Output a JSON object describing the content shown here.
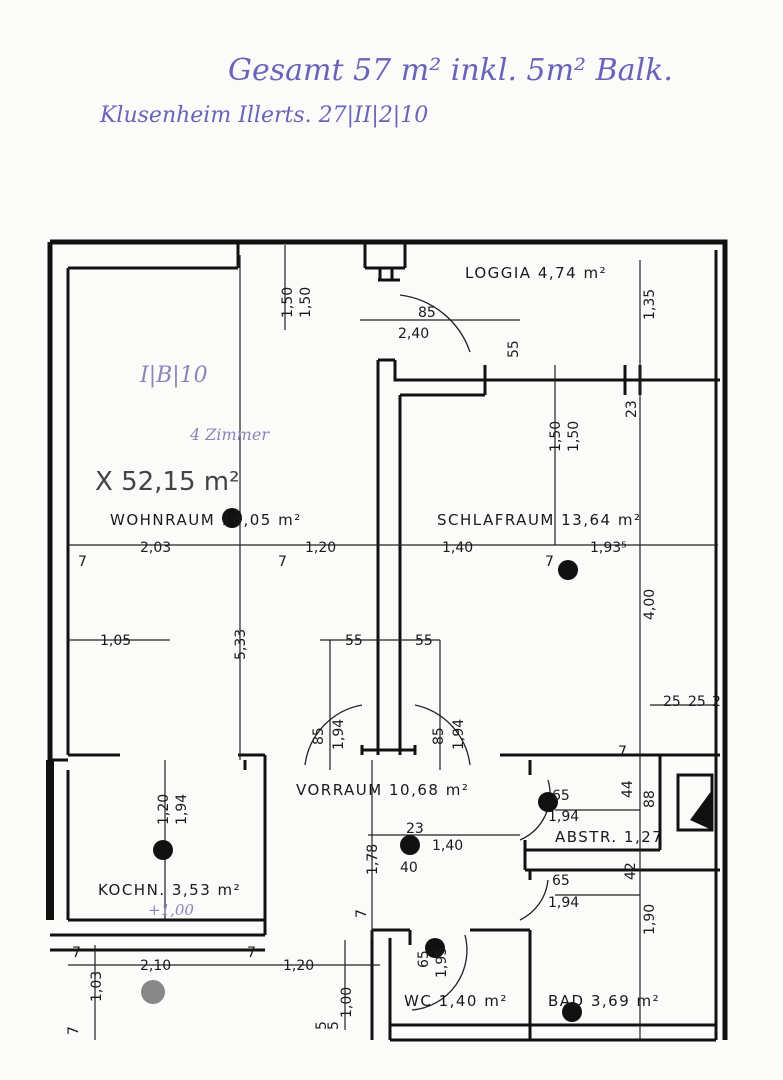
{
  "notes": {
    "total": "Gesamt 57 m² inkl. 5m² Balk.",
    "line2": "Klusenheim Illerts. 27|II|2|10",
    "unit": "I|B|10",
    "rooms_note": "4 Zimmer",
    "area_total": "X 52,15 m²",
    "kitchen_extra": "+1,00"
  },
  "rooms": {
    "loggia": "LOGGIA 4,74 m²",
    "wohnraum": "WOHNRAUM 18,05 m²",
    "schlafraum": "SCHLAFRAUM 13,64 m²",
    "vorraum": "VORRAUM 10,68 m²",
    "kochn": "KOCHN. 3,53 m²",
    "wc": "WC 1,40 m²",
    "bad": "BAD 3,69 m²",
    "abstr": "ABSTR. 1,27"
  },
  "dimensions": [
    "1,50",
    "1,50",
    "85",
    "2,40",
    "55",
    "1,35",
    "23",
    "1,50",
    "1,50",
    "2,03",
    "7",
    "7",
    "1,20",
    "1,40",
    "1,93⁵",
    "7",
    "5,33",
    "4,00",
    "1,05",
    "55",
    "55",
    "85",
    "1,94",
    "85",
    "1,94",
    "25",
    "25",
    "2",
    "1,20",
    "1,94",
    "7",
    "44",
    "88",
    "65",
    "1,94",
    "23",
    "1,40",
    "40",
    "1,78",
    "7",
    "42",
    "65",
    "1,94",
    "1,90",
    "7",
    "2,10",
    "7",
    "1,20",
    "1,03",
    "1,00",
    "65",
    "1,95",
    "5",
    "5",
    "7"
  ]
}
